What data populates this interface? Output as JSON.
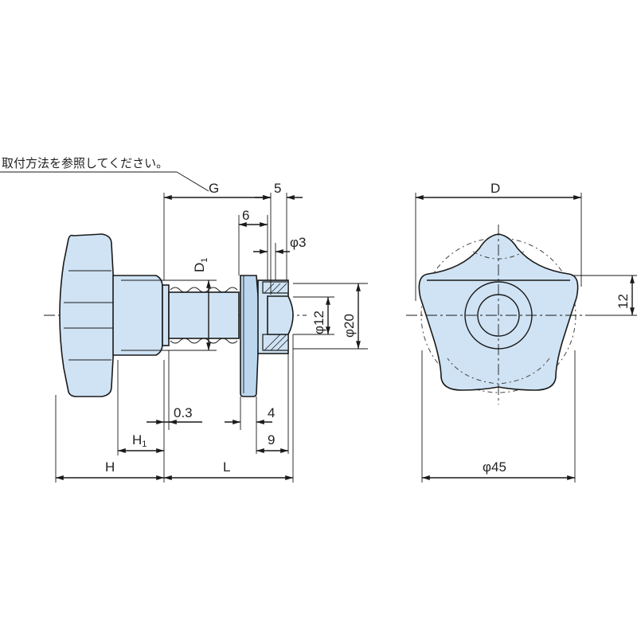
{
  "note": "取付方法を参照してください。",
  "side_view": {
    "labels": {
      "G": "G",
      "five": "5",
      "six": "6",
      "phi3": "φ3",
      "D1_main": "D",
      "D1_sub": "1",
      "phi12": "φ12",
      "phi20": "φ20",
      "zero_three": "0.3",
      "four": "4",
      "nine": "9",
      "H1_main": "H",
      "H1_sub": "1",
      "H": "H",
      "L": "L"
    }
  },
  "front_view": {
    "labels": {
      "D": "D",
      "twelve": "12",
      "phi45": "φ45"
    }
  },
  "colors": {
    "part_fill": "#cfe3f4",
    "line": "#1a1a1a"
  }
}
